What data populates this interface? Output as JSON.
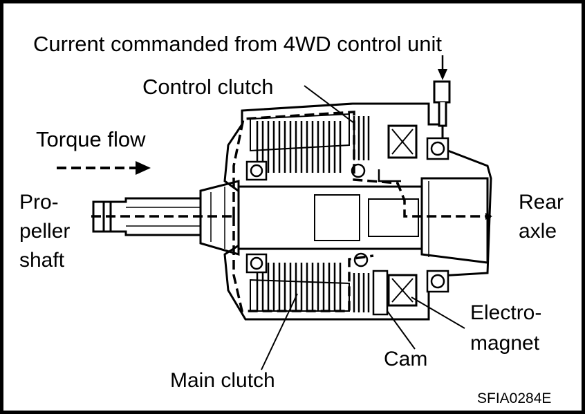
{
  "labels": {
    "current": "Current commanded from 4WD control unit",
    "control_clutch": "Control clutch",
    "torque_flow": "Torque flow",
    "pro": "Pro-",
    "peller": "peller",
    "shaft": "shaft",
    "rear": "Rear",
    "axle": "axle",
    "electro": "Electro-",
    "magnet": "magnet",
    "cam": "Cam",
    "main_clutch": "Main clutch",
    "figure_id": "SFIA0284E"
  },
  "colors": {
    "ink": "#000000",
    "paper": "#ffffff"
  }
}
